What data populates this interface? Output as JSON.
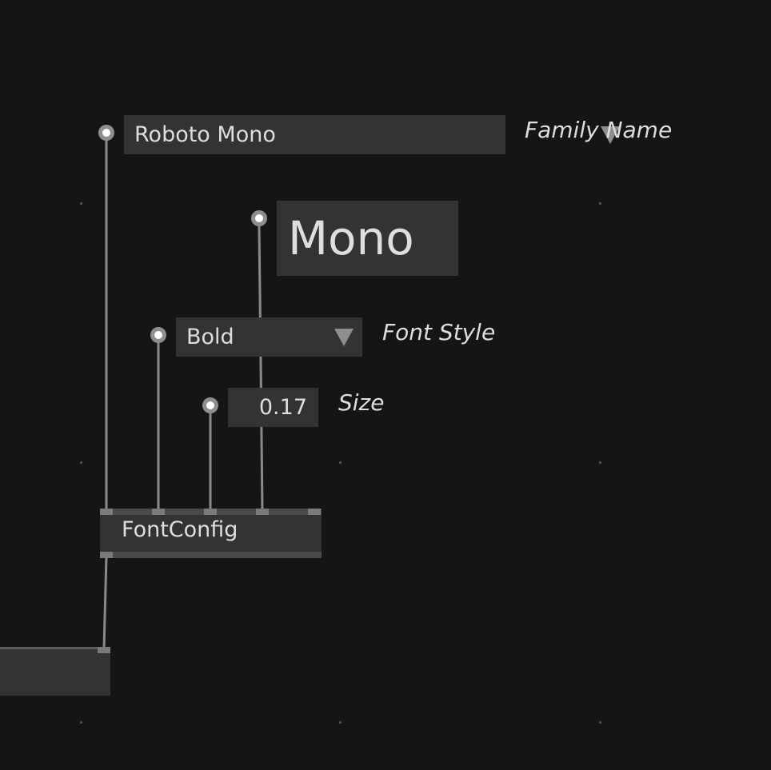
{
  "family_name": {
    "value": "Roboto Mono",
    "label": "Family Name",
    "dropdown_icon": "triangle-down-icon"
  },
  "text_input": {
    "value": "Mono"
  },
  "font_style": {
    "value": "Bold",
    "label": "Font Style",
    "dropdown_icon": "triangle-down-icon"
  },
  "size": {
    "value": "0.17",
    "label": "Size"
  },
  "node": {
    "title": "FontConfig"
  },
  "colors": {
    "background": "#151515",
    "box": "#333333",
    "wire": "#8a8a8a",
    "pin_ring": "#8e8e8e",
    "text": "#dedede"
  }
}
